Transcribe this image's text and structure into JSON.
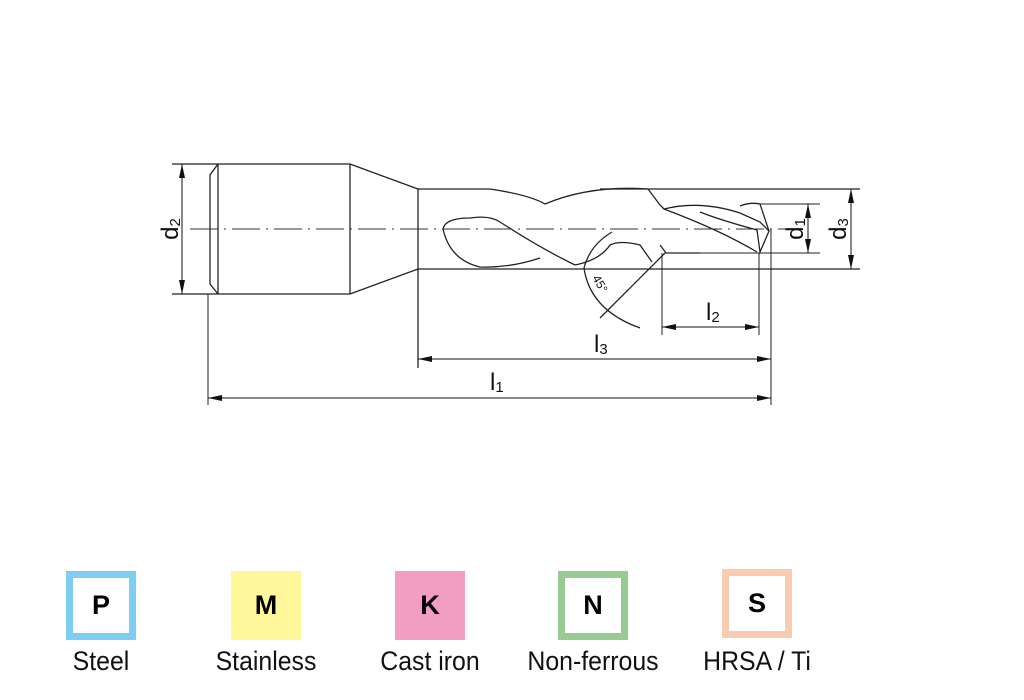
{
  "drawing": {
    "labels": {
      "d1": "d",
      "d1_sub": "1",
      "d2": "d",
      "d2_sub": "2",
      "d3": "d",
      "d3_sub": "3",
      "l1": "l",
      "l1_sub": "1",
      "l2": "l",
      "l2_sub": "2",
      "l3": "l",
      "l3_sub": "3",
      "angle": "45°"
    }
  },
  "materials": [
    {
      "letter": "P",
      "label": "Steel",
      "color": "#7ecef4",
      "style": "outline"
    },
    {
      "letter": "M",
      "label": "Stainless",
      "color": "#fff799",
      "style": "filled"
    },
    {
      "letter": "K",
      "label": "Cast iron",
      "color": "#f19ec2",
      "style": "filled"
    },
    {
      "letter": "N",
      "label": "Non-ferrous",
      "color": "#98cb92",
      "style": "outline"
    },
    {
      "letter": "S",
      "label": "HRSA / Ti",
      "color": "#f9cbb0",
      "style": "outline"
    }
  ]
}
